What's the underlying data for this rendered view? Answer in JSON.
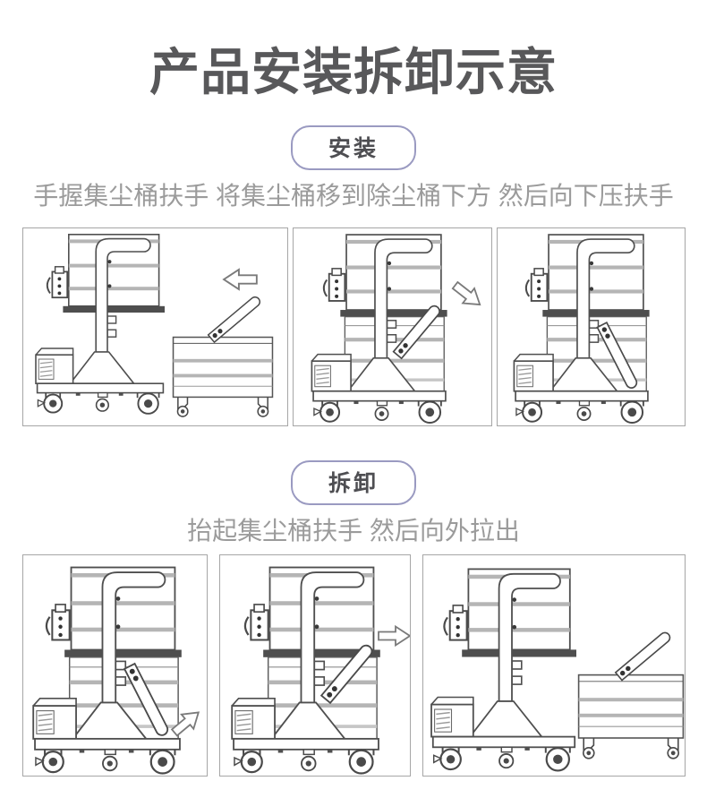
{
  "title": "产品安装拆卸示意",
  "sections": [
    {
      "id": "install",
      "badge": "安装",
      "description": "手握集尘桶扶手 将集尘桶移到除尘桶下方 然后向下压扶手",
      "panels": [
        {
          "name": "machine-and-separate-cart",
          "arrow_icon": "arrow-left-icon"
        },
        {
          "name": "cart-inserted-lever-raised",
          "arrow_icon": "arrow-down-right-icon"
        },
        {
          "name": "lever-pressed-down-installed",
          "arrow_icon": null
        }
      ]
    },
    {
      "id": "remove",
      "badge": "拆卸",
      "description": "抬起集尘桶扶手 然后向外拉出",
      "panels": [
        {
          "name": "installed-lift-lever",
          "arrow_icon": "arrow-up-right-icon"
        },
        {
          "name": "lever-raised-pull-out",
          "arrow_icon": "arrow-right-icon"
        },
        {
          "name": "cart-pulled-out-separate",
          "arrow_icon": null
        }
      ]
    }
  ],
  "colors": {
    "title_text": "#58585a",
    "badge_border": "#9a9ac1",
    "badge_text": "#4e4e52",
    "description_text": "#9b9b9b",
    "panel_border": "#a6a6a6",
    "line_art": "#4a4a4a",
    "band_gray": "#b5b5b5",
    "background": "#ffffff"
  }
}
